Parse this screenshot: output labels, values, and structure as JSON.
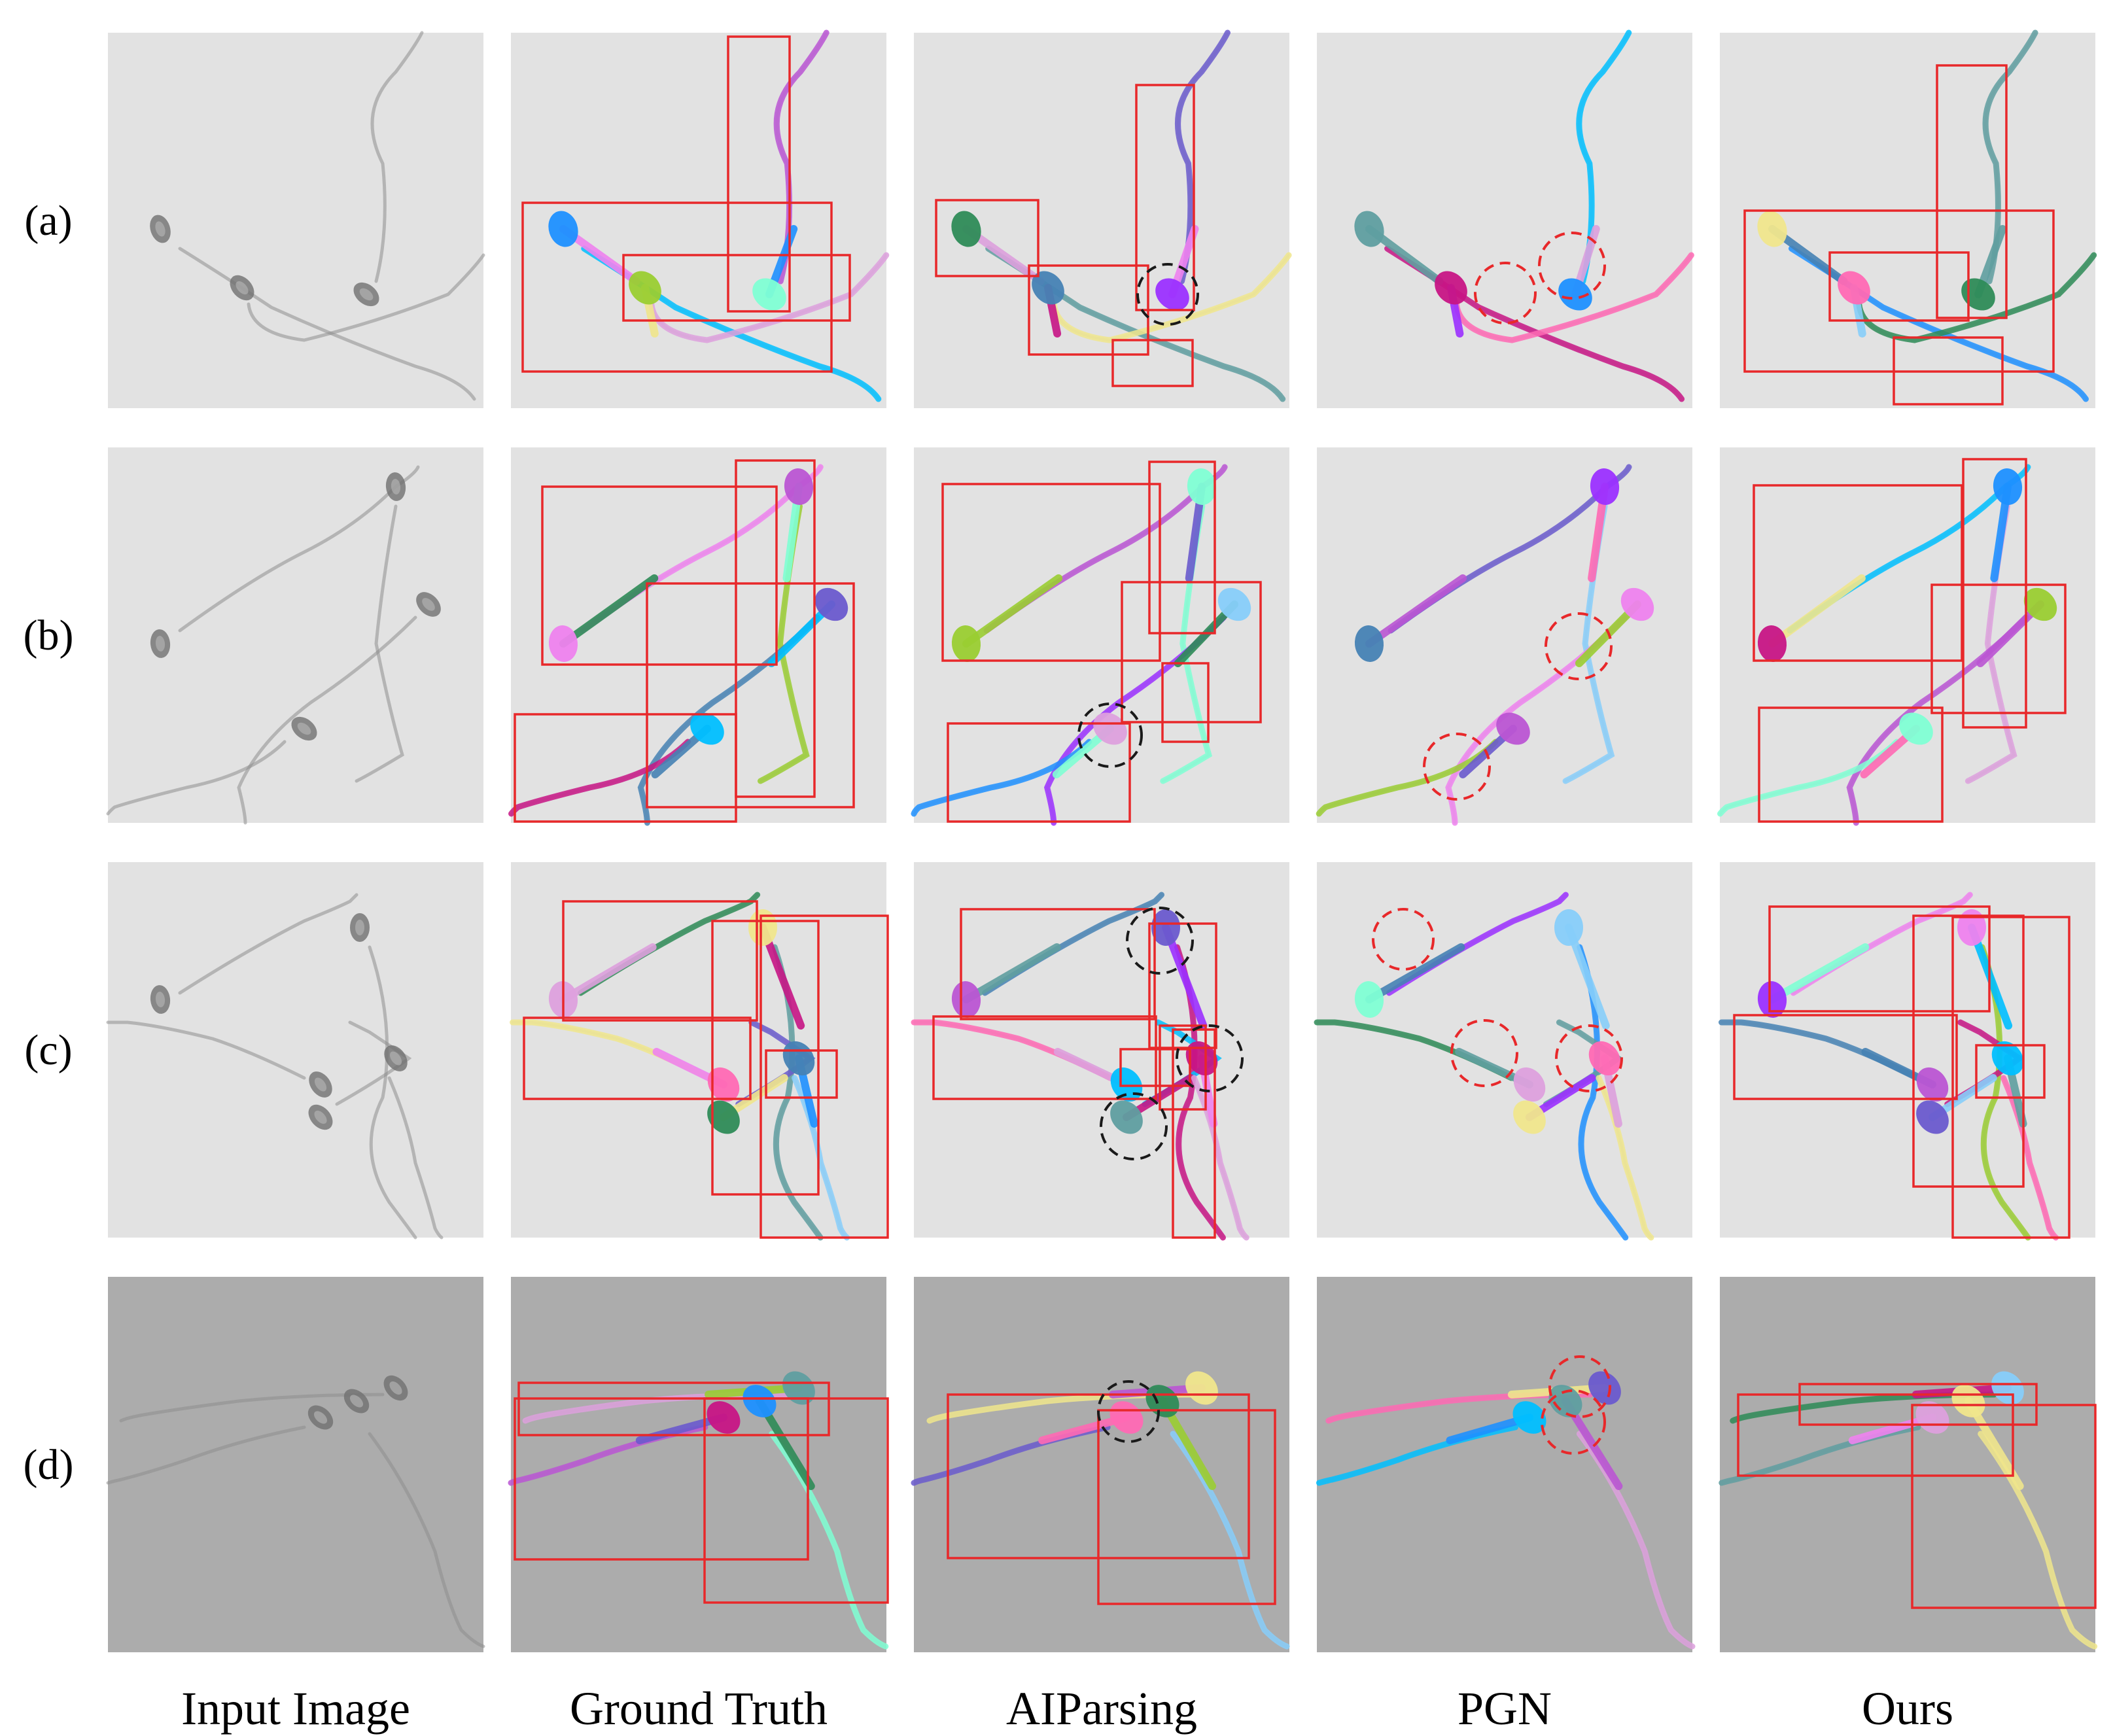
{
  "figure": {
    "rows": [
      {
        "id": "a",
        "label": "(a)",
        "bg": "#e6e6e6"
      },
      {
        "id": "b",
        "label": "(b)",
        "bg": "#e6e6e6"
      },
      {
        "id": "c",
        "label": "(c)",
        "bg": "#e6e6e6"
      },
      {
        "id": "d",
        "label": "(d)",
        "bg": "#b4b4b4"
      }
    ],
    "columns": [
      {
        "id": "input",
        "label": "Input Image"
      },
      {
        "id": "gt",
        "label": "Ground Truth"
      },
      {
        "id": "aiparsing",
        "label": "AIParsing"
      },
      {
        "id": "pgn",
        "label": "PGN"
      },
      {
        "id": "ours",
        "label": "Ours"
      }
    ],
    "colors": {
      "box": "#e8282a",
      "error_circle_red": "#e8282a",
      "error_circle_black": "#1a1a1a",
      "raw_sperm": "#8e8e8e",
      "parts": [
        "#6a5acd",
        "#9b30ff",
        "#ff69b4",
        "#87cefa",
        "#1e90ff",
        "#00bfff",
        "#ee82ee",
        "#2e8b57",
        "#dda0dd",
        "#9acd32",
        "#5f9ea0",
        "#ba55d3",
        "#4682b4",
        "#f0e68c",
        "#7fffd4",
        "#c71585"
      ]
    }
  }
}
